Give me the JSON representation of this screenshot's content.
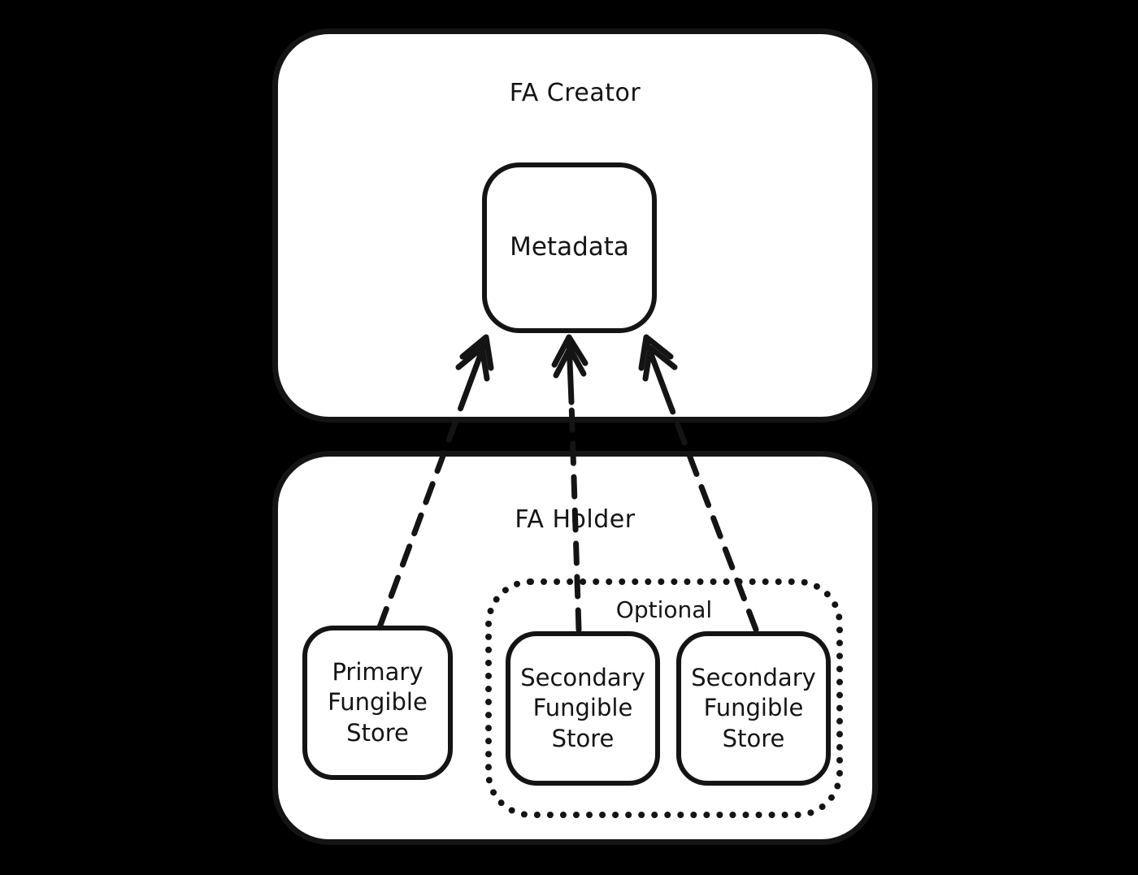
{
  "colors": {
    "background": "#000000",
    "panel_fill": "#ffffff",
    "stroke": "#141414"
  },
  "creator": {
    "label": "FA Creator",
    "metadata": {
      "label": "Metadata"
    }
  },
  "holder": {
    "label": "FA Holder",
    "primary_store": {
      "lines": [
        "Primary",
        "Fungible",
        "Store"
      ]
    },
    "optional_group": {
      "label": "Optional",
      "stores": [
        {
          "lines": [
            "Secondary",
            "Fungible",
            "Store"
          ]
        },
        {
          "lines": [
            "Secondary",
            "Fungible",
            "Store"
          ]
        }
      ]
    }
  }
}
